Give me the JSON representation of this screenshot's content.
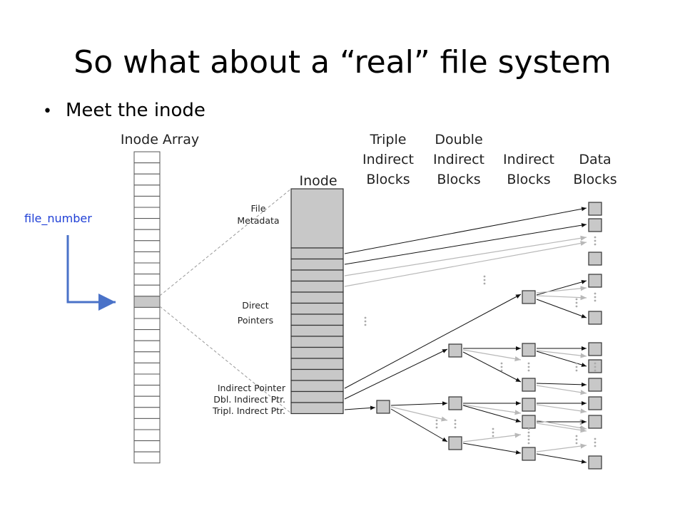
{
  "slide": {
    "title": "So what about a “real” file system",
    "bullet": "Meet the inode"
  },
  "diagram": {
    "headers": {
      "inode_array": "Inode Array",
      "inode": "Inode",
      "triple_1": "Triple",
      "triple_2": "Indirect",
      "triple_3": "Blocks",
      "double_1": "Double",
      "double_2": "Indirect",
      "double_3": "Blocks",
      "indirect_1": "Indirect",
      "indirect_2": "Blocks",
      "data_1": "Data",
      "data_2": "Blocks"
    },
    "labels": {
      "file_metadata_1": "File",
      "file_metadata_2": "Metadata",
      "direct_pointers_1": "Direct",
      "direct_pointers_2": "Pointers",
      "indirect_pointer": "Indirect Pointer",
      "dbl_indirect_ptr": "Dbl. Indirect Ptr.",
      "tripl_indirect_ptr": "Tripl. Indrect Ptr."
    },
    "file_number": "file_number",
    "colors": {
      "block_fill": "#c8c8c8",
      "arrow_dark": "#111111",
      "arrow_light": "#b8b8b8",
      "file_number_text": "#1f3fd6",
      "file_number_arrow": "#4a72c8"
    }
  }
}
